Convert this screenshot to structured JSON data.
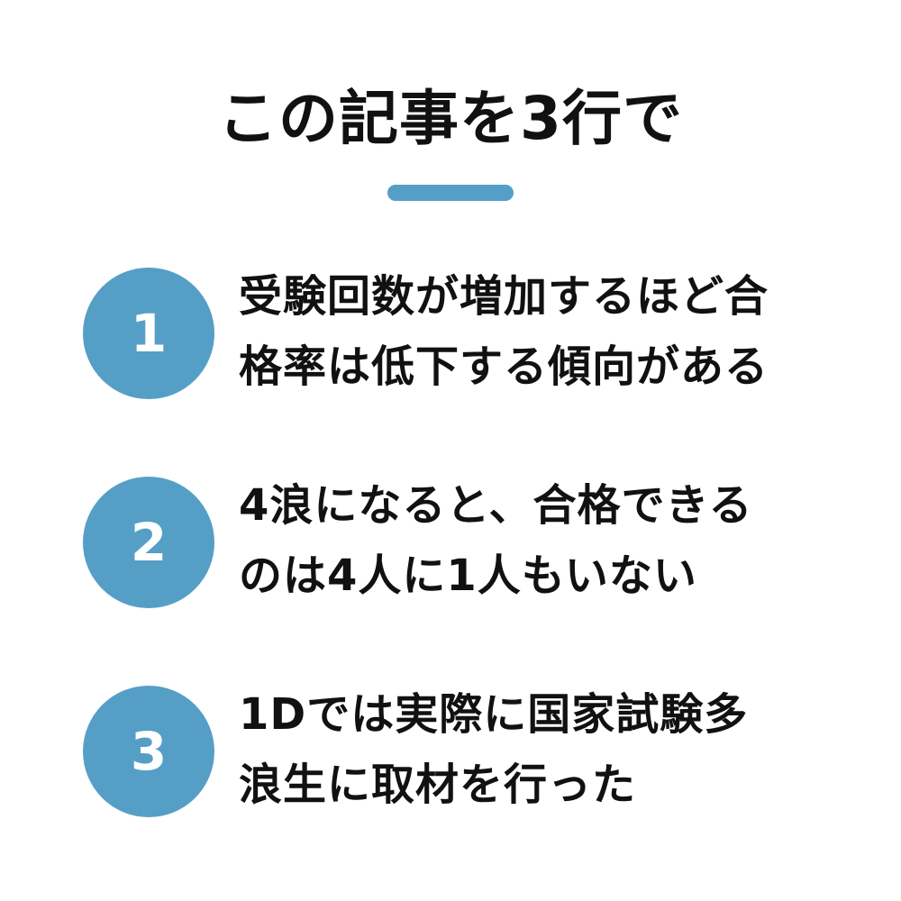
{
  "title": "この記事を3行で",
  "accent_color": "#559fc7",
  "items": [
    {
      "number": "1",
      "lines": [
        "受験回数が増加するほど合",
        "格率は低下する傾向がある"
      ]
    },
    {
      "number": "2",
      "lines": [
        "4浪になると、合格できる",
        "のは4人に1人もいない"
      ]
    },
    {
      "number": "3",
      "lines": [
        "1Dでは実際に国家試験多",
        "浪生に取材を行った"
      ]
    }
  ]
}
